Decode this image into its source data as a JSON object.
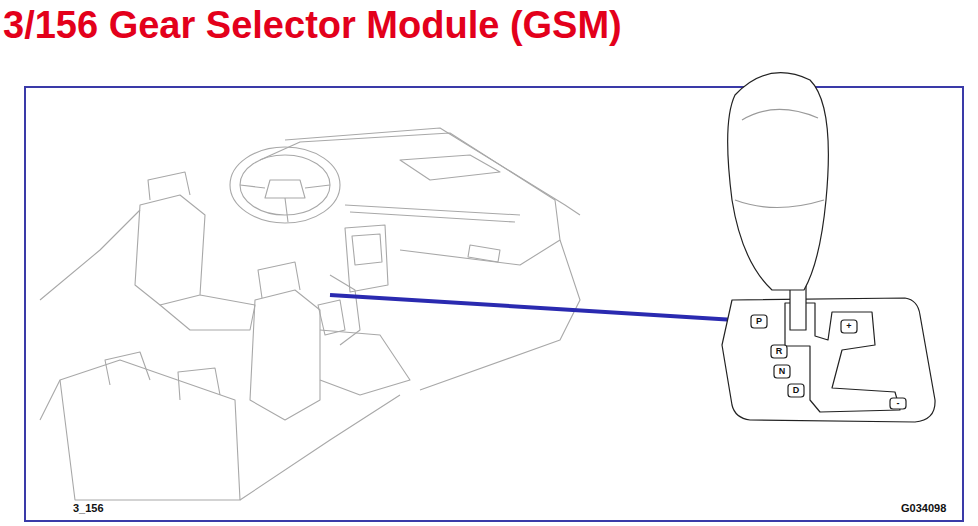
{
  "diagram": {
    "title": "3/156 Gear Selector Module (GSM)",
    "labels": [
      "3_156",
      "G034098",
      "P",
      "R",
      "N",
      "D",
      "+",
      "-"
    ]
  }
}
